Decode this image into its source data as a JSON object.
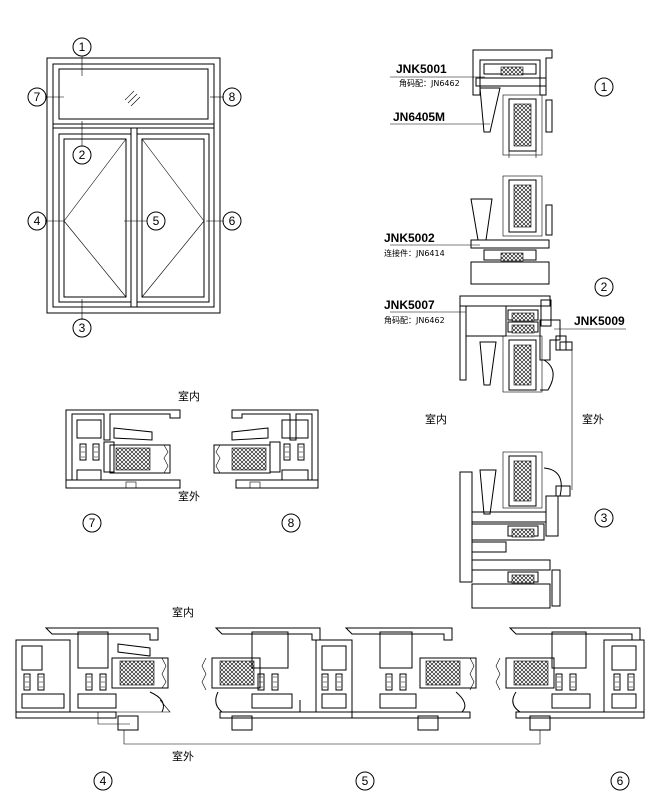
{
  "elevation": {
    "callouts": [
      "1",
      "2",
      "3",
      "4",
      "5",
      "6",
      "7",
      "8"
    ]
  },
  "section_1_2_3": {
    "labels": {
      "jnk5001": "JNK5001",
      "jnk5001_sub": "角码配：JN6462",
      "jn6405m": "JN6405M",
      "jnk5002": "JNK5002",
      "jnk5002_sub": "连接件：JN6414",
      "jnk5007": "JNK5007",
      "jnk5007_sub": "角码配：JN6462",
      "jnk5009": "JNK5009"
    },
    "indoor": "室内",
    "outdoor": "室外",
    "callout_1": "1",
    "callout_2": "2",
    "callout_3": "3"
  },
  "section_7_8": {
    "indoor": "室内",
    "outdoor": "室外",
    "callout_7": "7",
    "callout_8": "8"
  },
  "section_4_5_6": {
    "indoor": "室内",
    "outdoor": "室外",
    "callout_4": "4",
    "callout_5": "5",
    "callout_6": "6"
  },
  "colors": {
    "line": "#000000",
    "background": "#ffffff"
  }
}
